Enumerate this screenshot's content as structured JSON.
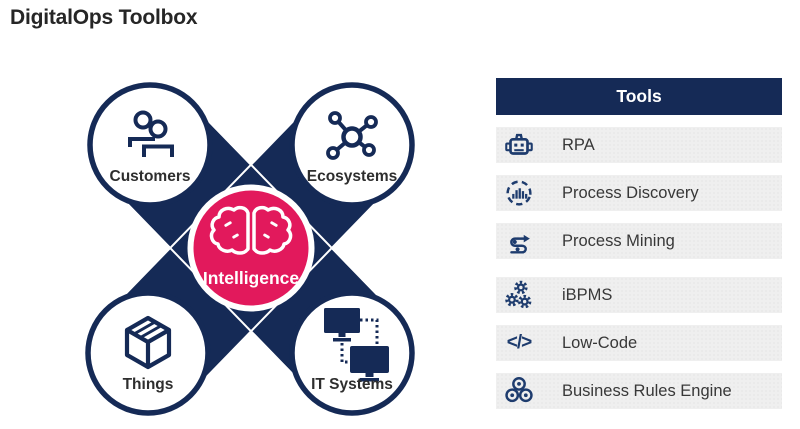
{
  "title": "DigitalOps Toolbox",
  "colors": {
    "navy": "#152A56",
    "pink": "#E2195C",
    "icon_navy": "#1E3C6E",
    "row_bg": "#EFEFEF"
  },
  "diagram": {
    "center": {
      "label": "Intelligence",
      "icon": "brain-icon"
    },
    "nodes": [
      {
        "label": "Customers",
        "icon": "customers-icon"
      },
      {
        "label": "Ecosystems",
        "icon": "ecosystems-icon"
      },
      {
        "label": "Things",
        "icon": "things-icon"
      },
      {
        "label": "IT Systems",
        "icon": "it-systems-icon"
      }
    ]
  },
  "tools_panel": {
    "header": "Tools",
    "groups": [
      [
        {
          "icon": "robot-icon",
          "label": "RPA"
        },
        {
          "icon": "process-discovery-icon",
          "label": "Process Discovery"
        },
        {
          "icon": "process-mining-icon",
          "label": "Process Mining"
        }
      ],
      [
        {
          "icon": "gears-icon",
          "label": "iBPMS"
        },
        {
          "icon": "code-icon",
          "label": "Low-Code",
          "glyph": "</>"
        },
        {
          "icon": "business-rules-icon",
          "label": "Business Rules Engine"
        }
      ]
    ]
  }
}
